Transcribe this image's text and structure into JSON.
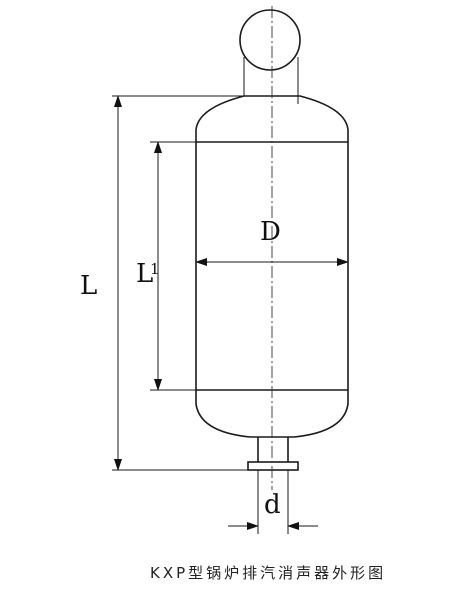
{
  "diagram": {
    "caption": "KXP型锅炉排汽消声器外形图",
    "labels": {
      "D": "D",
      "d": "d",
      "L": "L",
      "L1_main": "L",
      "L1_sub": "1"
    }
  }
}
